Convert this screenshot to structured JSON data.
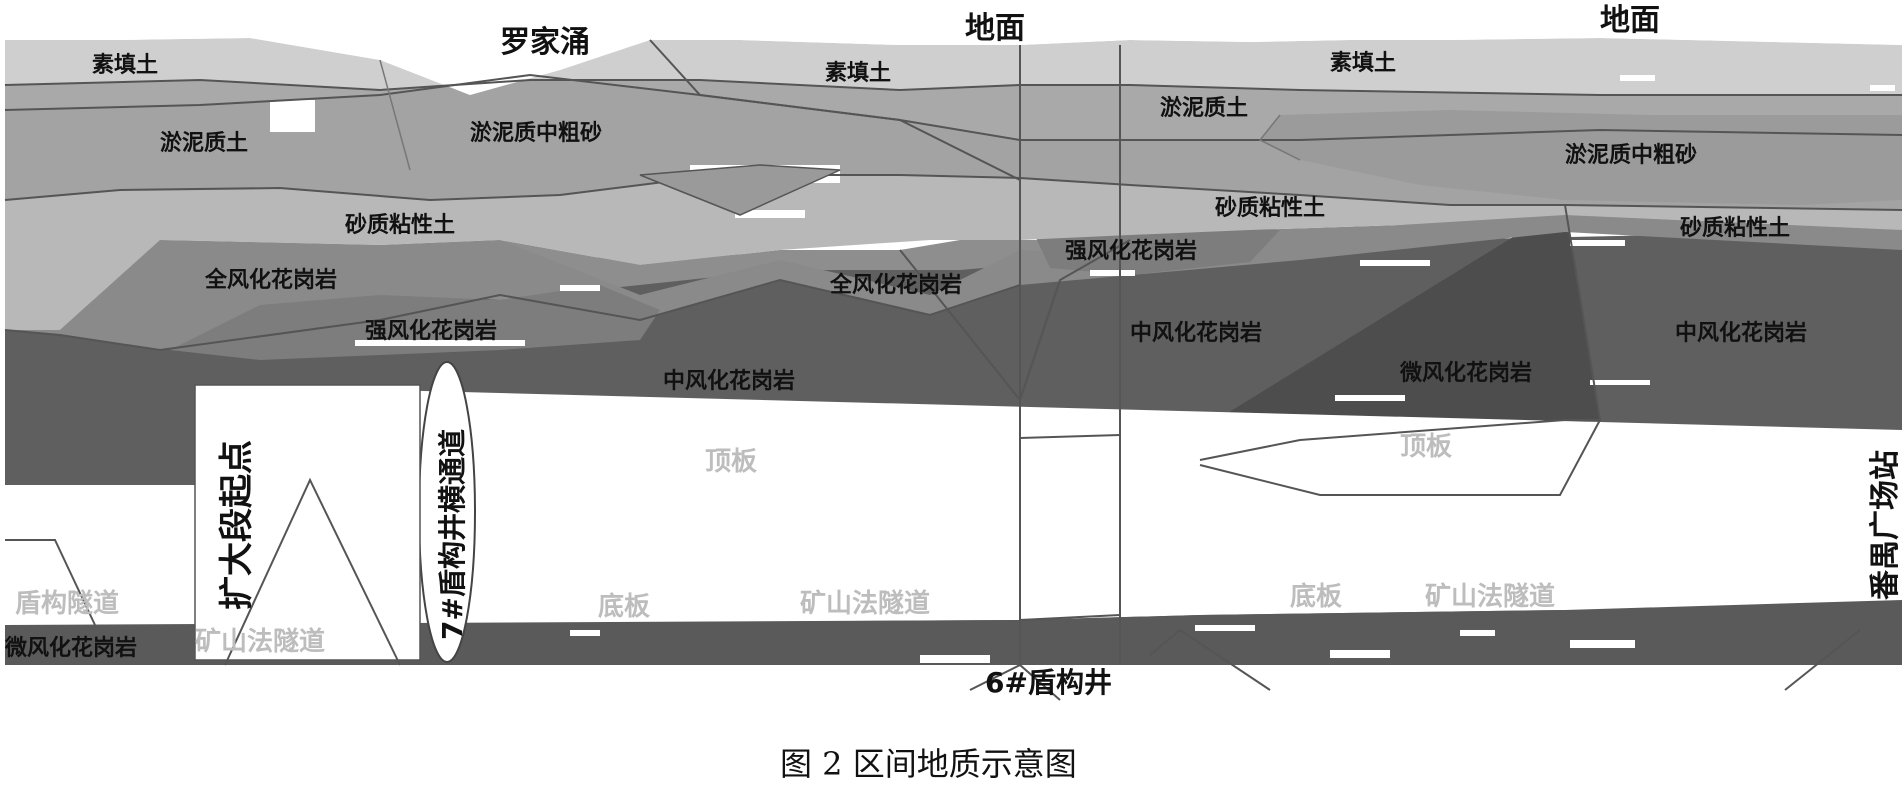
{
  "diagram": {
    "caption": "图 2  区间地质示意图",
    "top_labels": {
      "luojiachong": "罗家涌",
      "ground_left": "地面",
      "ground_right": "地面"
    },
    "strata": {
      "fill_left": "素填土",
      "fill_mid": "素填土",
      "fill_right": "素填土",
      "silt_left": "淤泥质土",
      "silt_right": "淤泥质土",
      "silty_sand_left": "淤泥质中粗砂",
      "silty_sand_right": "淤泥质中粗砂",
      "sandy_clay_left": "砂质粘性土",
      "sandy_clay_mid": "砂质粘性土",
      "sandy_clay_right": "砂质粘性土",
      "full_weathered_left": "全风化花岗岩",
      "full_weathered_mid": "全风化花岗岩",
      "strong_weathered_left": "强风化花岗岩",
      "strong_weathered_mid": "强风化花岗岩",
      "moderate_weathered_left": "中风化花岗岩",
      "moderate_weathered_mid": "中风化花岗岩",
      "moderate_weathered_right": "中风化花岗岩",
      "slight_weathered_right": "微风化花岗岩",
      "slight_weathered_left": "微风化花岗岩"
    },
    "tunnel": {
      "expansion_start": "扩大段起点",
      "cross_passage": "7#盾构井横通道",
      "shield_well": "6#盾构井",
      "panyu_square": "番禺广场站",
      "roof_left": "顶板",
      "roof_right": "顶板",
      "floor_left": "底板",
      "floor_right": "底板",
      "shield_tunnel": "盾构隧道",
      "mining_tunnel_left": "矿山法隧道",
      "mining_tunnel_mid": "矿山法隧道",
      "mining_tunnel_right": "矿山法隧道"
    },
    "colors": {
      "fill": "#cfcfcf",
      "silt": "#a9a9a9",
      "sand": "#9b9b9b",
      "clay": "#b8b8b8",
      "full_weathered": "#8e8e8e",
      "strong_weathered": "#7d7d7d",
      "moderate_weathered": "#5f5f5f",
      "slight_weathered": "#4d4d4d",
      "tunnel": "#ffffff"
    }
  }
}
